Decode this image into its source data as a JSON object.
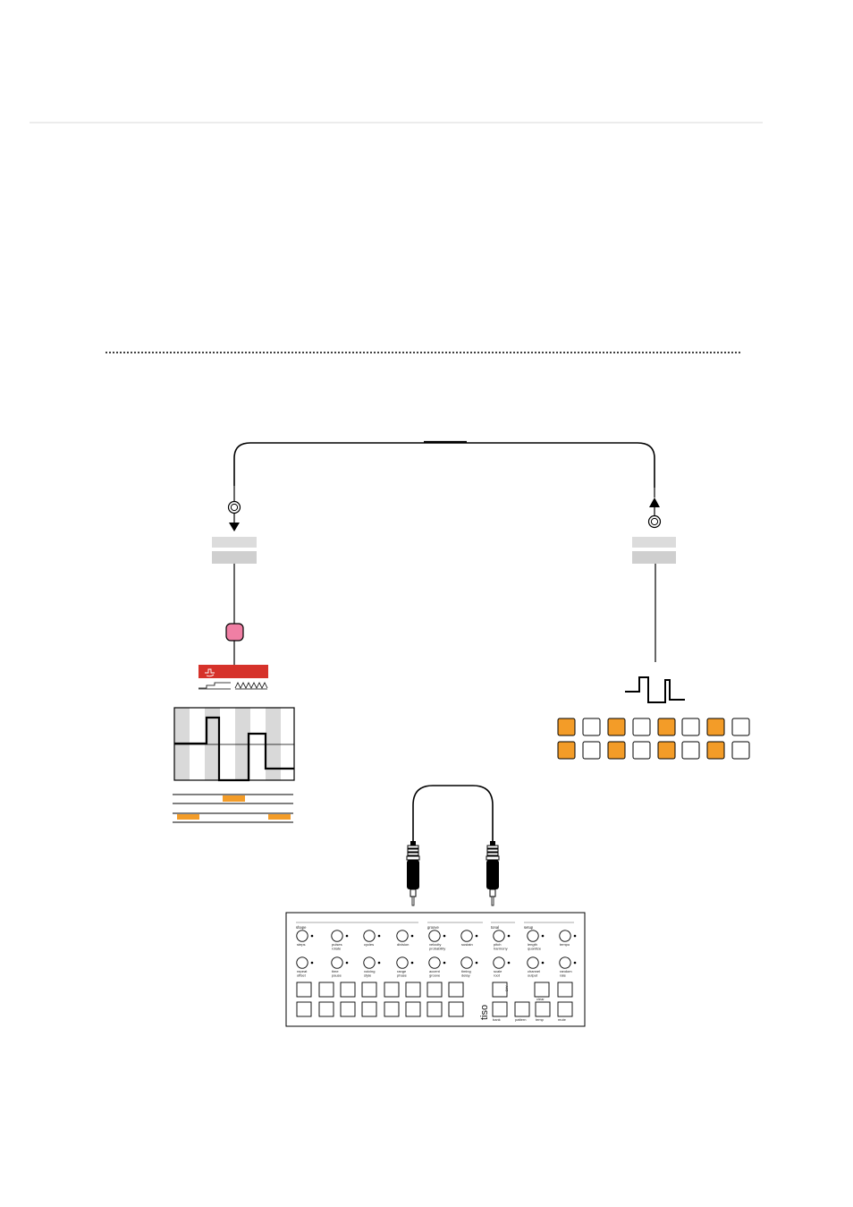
{
  "colors": {
    "accent_orange": "#f39c28",
    "pink_node": "#f07fa4",
    "red_header": "#d6322a",
    "stripe_gray": "#d9d9d9",
    "label_gray": "#dcdcdc",
    "line": "#000000"
  },
  "icons": {
    "left_jack": "jack-input-icon",
    "right_jack": "jack-output-icon",
    "pulse": "pulse-wave-icon",
    "header": "pulse-signal-icon"
  },
  "step_grid": {
    "row1": [
      true,
      false,
      true,
      false,
      true,
      false,
      true,
      false
    ],
    "row2": [
      true,
      false,
      true,
      false,
      true,
      false,
      true,
      false
    ]
  },
  "device": {
    "brand": "tiso",
    "sections": {
      "shape": "shape",
      "groove": "groove",
      "tonal": "tonal",
      "setup": "setup"
    },
    "knobs_row1": [
      "steps",
      "pulses\nrotate",
      "cycles",
      "division",
      "velocity\nprobability",
      "sustain",
      "pitch\nharmony",
      "length\nquantize",
      "tempo"
    ],
    "knobs_row2": [
      "repeat\noffset",
      "time\npause",
      "voicing\nstyle",
      "range\nphase",
      "accent\ngroove",
      "timing\ndelay",
      "scale\nroot",
      "channel\noutput",
      "random\nrate"
    ],
    "bottom_labels": {
      "bank": "bank",
      "pattern": "pattern",
      "temp": "temp",
      "mute": "mute",
      "clear": "clear"
    }
  }
}
